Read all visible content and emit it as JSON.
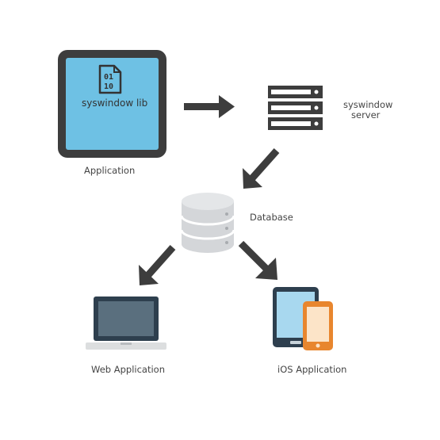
{
  "diagram": {
    "nodes": {
      "application": {
        "inner_label": "syswindow lib",
        "caption": "Application",
        "icon": "binary-file-icon",
        "device": "tablet-icon",
        "fill_color": "#6EC1E4",
        "frame_color": "#3D3D3D"
      },
      "server": {
        "caption_line1": "syswindow",
        "caption_line2": "server",
        "icon": "server-rack-icon"
      },
      "database": {
        "caption": "Database",
        "icon": "database-icon"
      },
      "web": {
        "caption": "Web Application",
        "icon": "laptop-icon"
      },
      "ios": {
        "caption": "iOS Application",
        "icon": "mobile-devices-icon",
        "accent_color": "#E8862E"
      }
    },
    "edges": [
      {
        "from": "application",
        "to": "server"
      },
      {
        "from": "server",
        "to": "database"
      },
      {
        "from": "database",
        "to": "web"
      },
      {
        "from": "database",
        "to": "ios"
      }
    ],
    "arrow_color": "#3D3D3D"
  }
}
